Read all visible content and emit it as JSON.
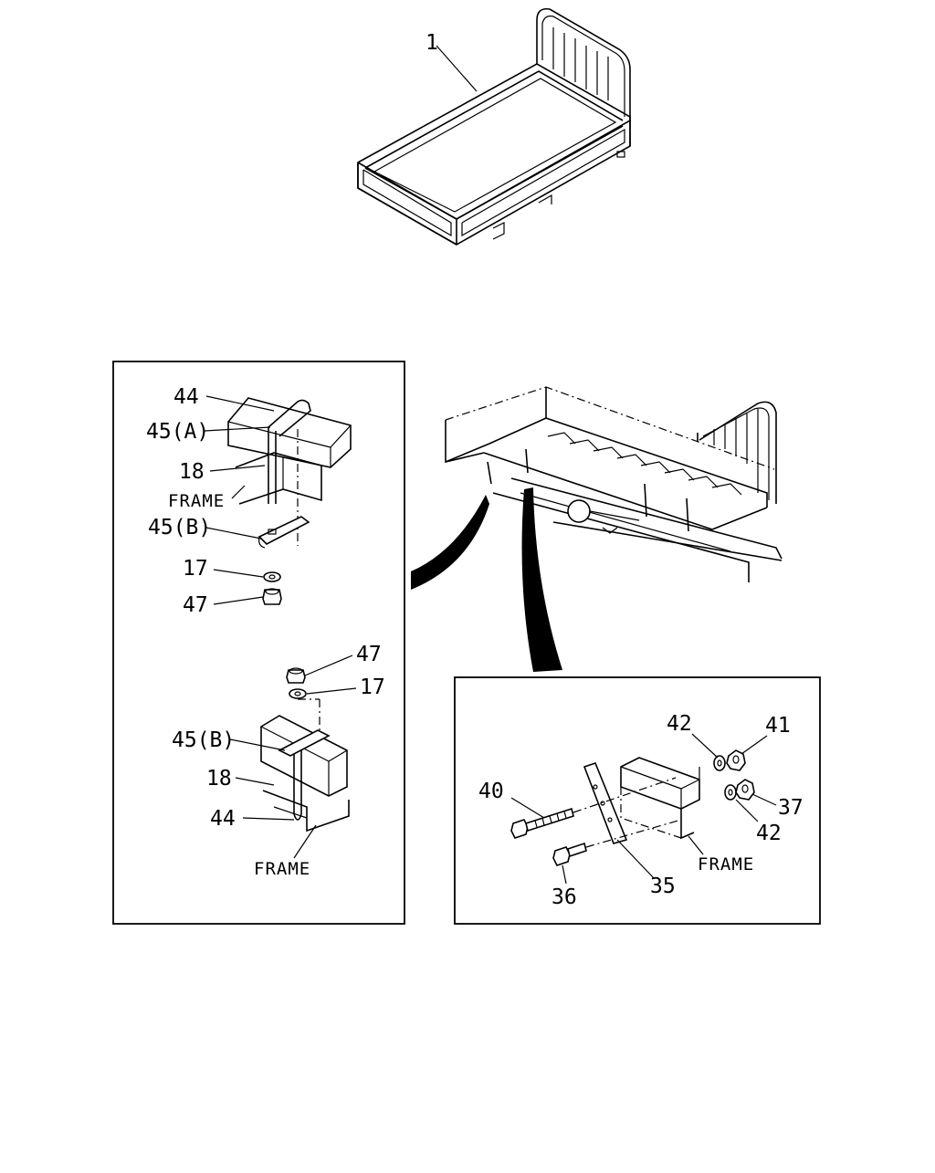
{
  "labels": {
    "bed": "1",
    "u_bolt_top": "44",
    "clamp_a": "45(A)",
    "spacer_top": "18",
    "frame_top": "FRAME",
    "clamp_b_top": "45(B)",
    "washer_top": "17",
    "nut_top": "47",
    "nut_mid": "47",
    "washer_mid": "17",
    "clamp_b_mid": "45(B)",
    "spacer_mid": "18",
    "u_bolt_mid": "44",
    "frame_mid": "FRAME",
    "washer_r1": "42",
    "nut_r1": "41",
    "bolt_r": "40",
    "nut_r2": "37",
    "washer_r2": "42",
    "frame_r": "FRAME",
    "bracket_r": "35",
    "bolt_r2": "36"
  }
}
